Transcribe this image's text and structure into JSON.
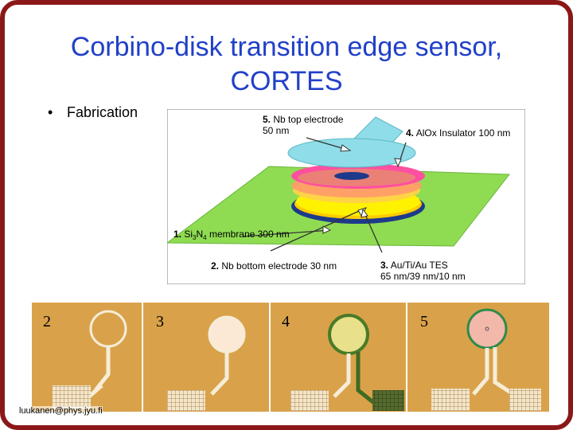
{
  "slide": {
    "title_line1": "Corbino-disk transition edge sensor,",
    "title_line2": "CORTES",
    "bullet": "Fabrication",
    "footer": "luukanen@phys.jyu.fi"
  },
  "diagram": {
    "labels": {
      "top_electrode_num": "5.",
      "top_electrode_name": "Nb top electrode",
      "top_electrode_thick": "50 nm",
      "insulator_num": "4.",
      "insulator_name": "AlOx Insulator 100 nm",
      "membrane_num": "1.",
      "membrane_pre": "Si",
      "membrane_sub1": "3",
      "membrane_mid": "N",
      "membrane_sub2": "4",
      "membrane_post": " membrane 300 nm",
      "bottom_electrode_num": "2.",
      "bottom_electrode_name": "Nb bottom electrode 30 nm",
      "tes_num": "3.",
      "tes_name": "Au/Ti/Au TES",
      "tes_thick": "65 nm/39 nm/10 nm"
    },
    "colors": {
      "membrane": "#8fdc52",
      "bottom_electrode": "#1e3a8a",
      "tes": "#fff200",
      "insulator": "#ff4fa0",
      "top_electrode": "#8fdde8"
    }
  },
  "photos": {
    "steps": [
      "2",
      "3",
      "4",
      "5"
    ]
  }
}
